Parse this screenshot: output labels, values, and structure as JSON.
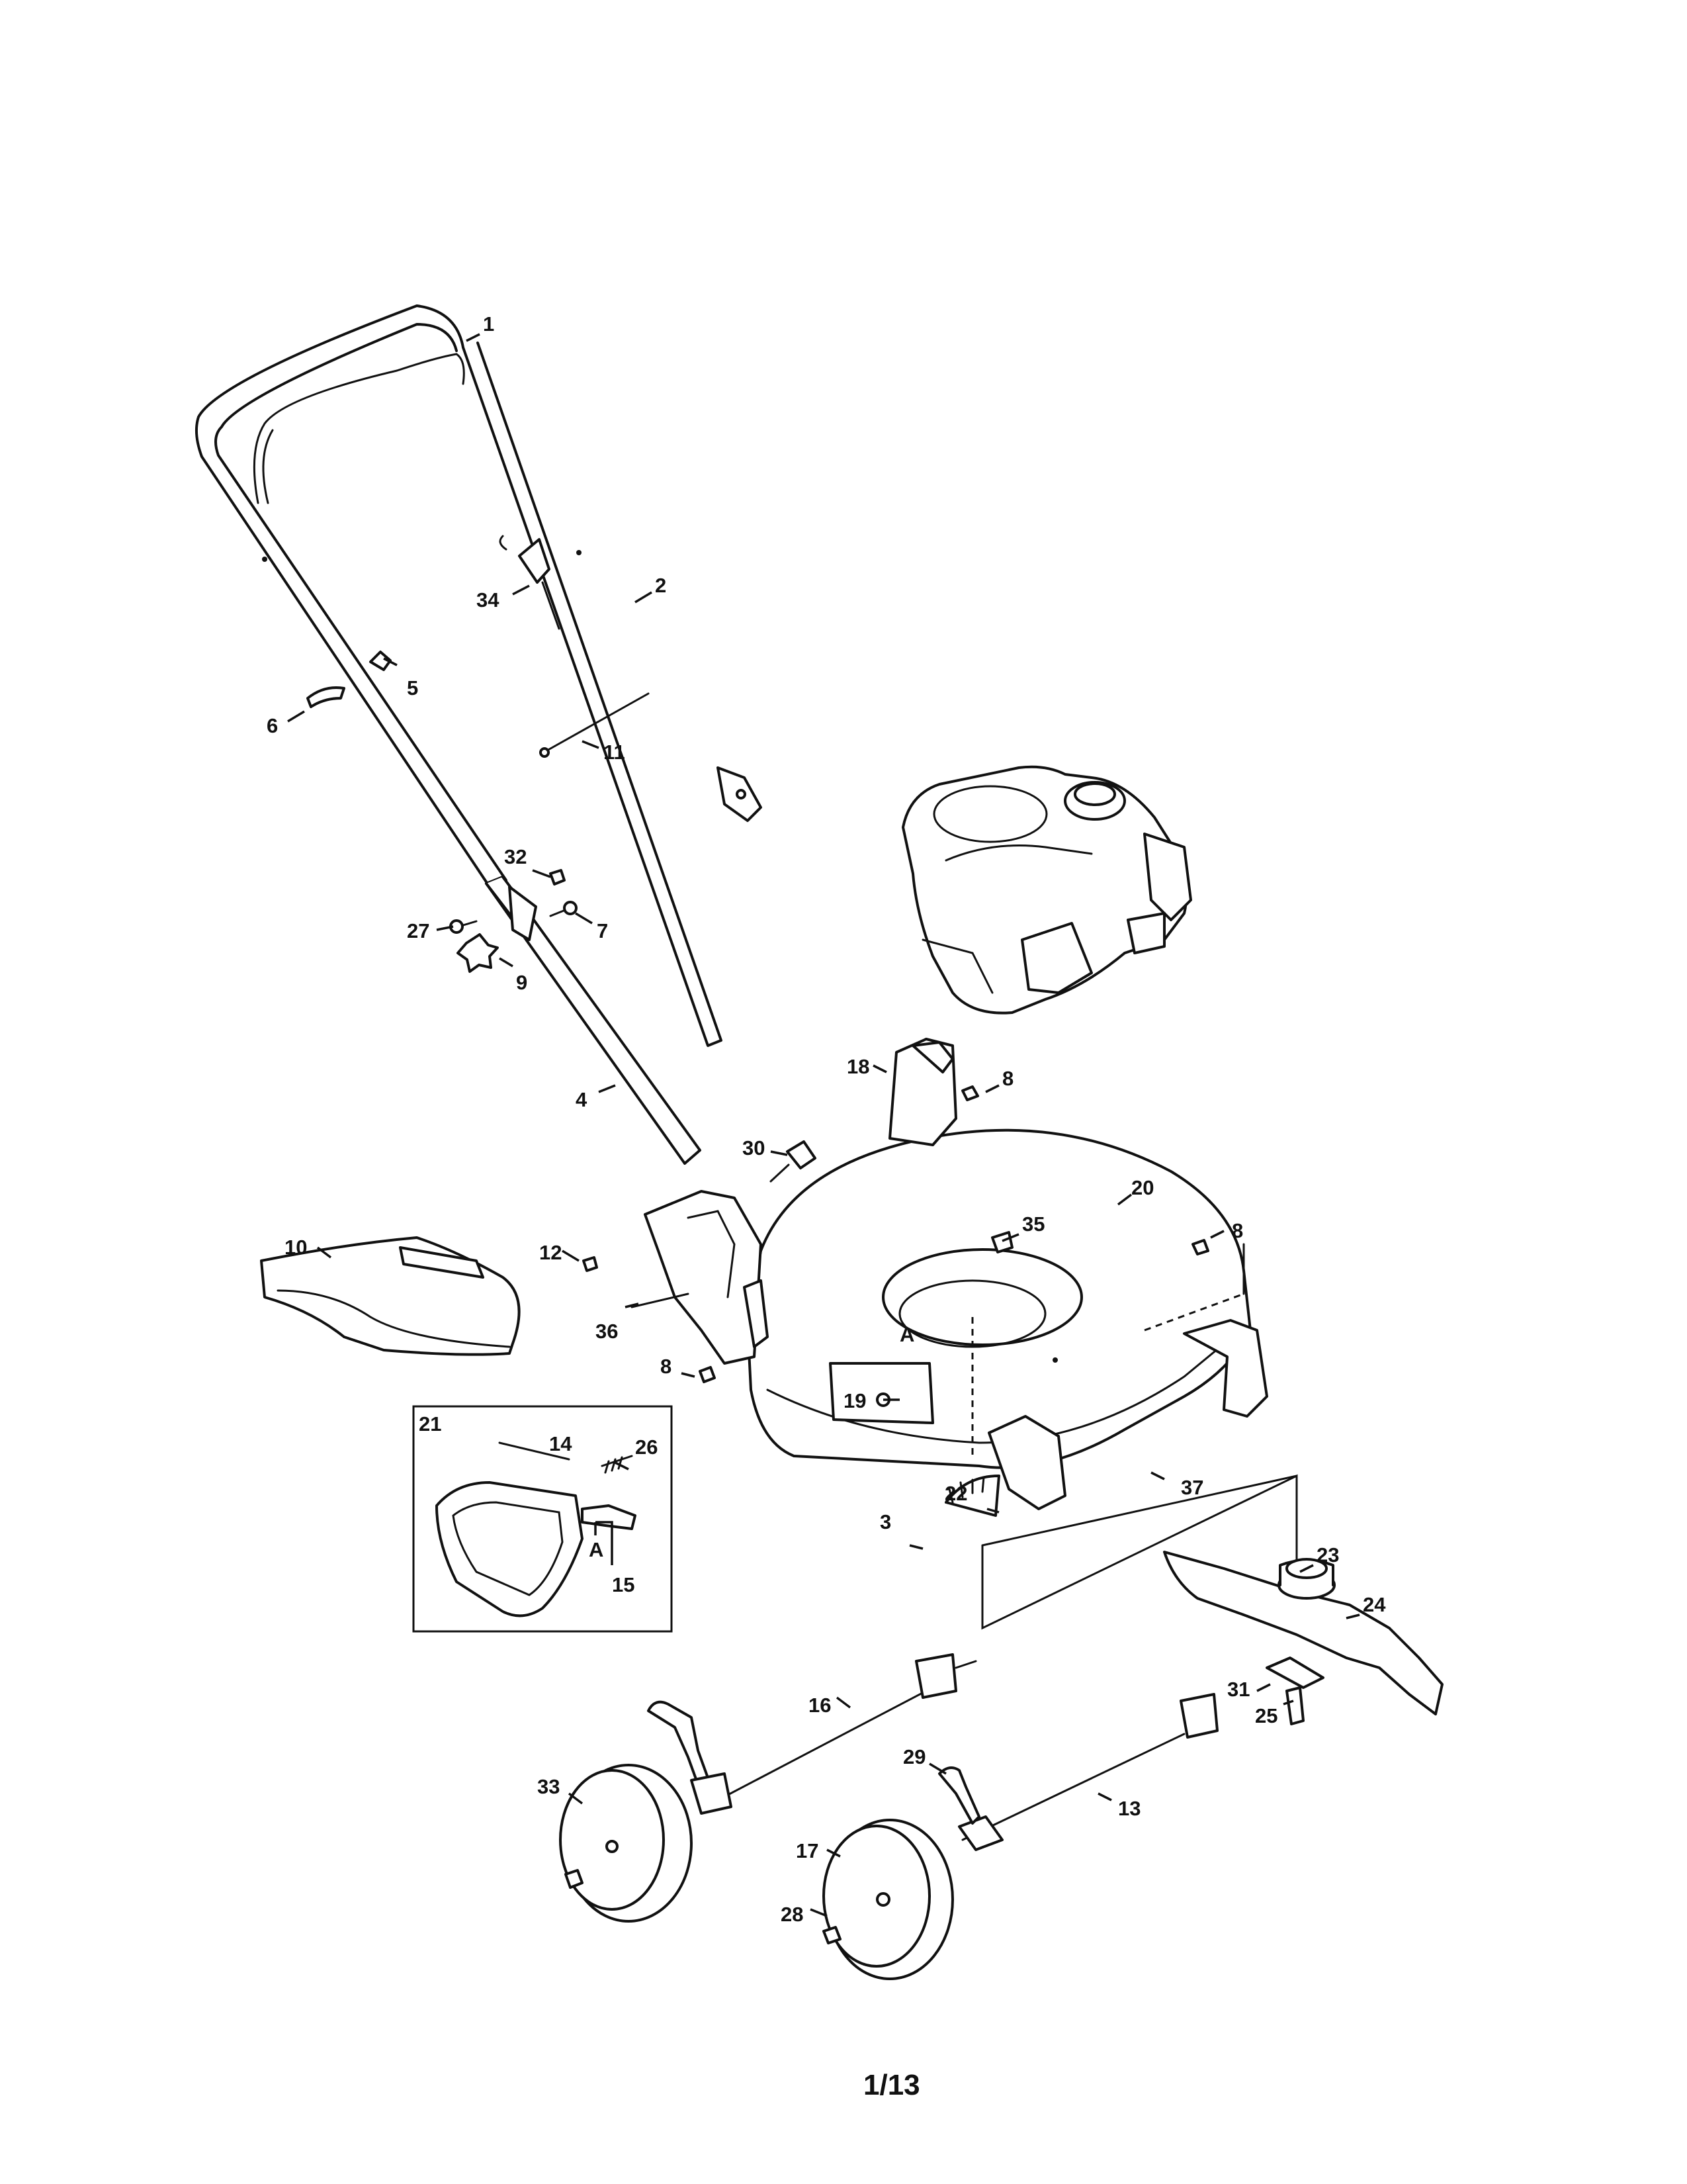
{
  "diagram": {
    "callouts": {
      "c1": "1",
      "c2": "2",
      "c3": "3",
      "c4": "4",
      "c5": "5",
      "c6": "6",
      "c7": "7",
      "c8a": "8",
      "c8b": "8",
      "c8c": "8",
      "c9": "9",
      "c10": "10",
      "c11": "11",
      "c12": "12",
      "c13": "13",
      "c14": "14",
      "c15": "15",
      "c16": "16",
      "c17": "17",
      "c18": "18",
      "c19": "19",
      "c20": "20",
      "c21": "21",
      "c22": "22",
      "c23": "23",
      "c24": "24",
      "c25": "25",
      "c26": "26",
      "c27": "27",
      "c28": "28",
      "c29": "29",
      "c30": "30",
      "c31": "31",
      "c32": "32",
      "c33": "33",
      "c34": "34",
      "c35": "35",
      "c36": "36",
      "c37": "37",
      "refA1": "A",
      "refA2": "A"
    },
    "page_number": "1/13"
  }
}
